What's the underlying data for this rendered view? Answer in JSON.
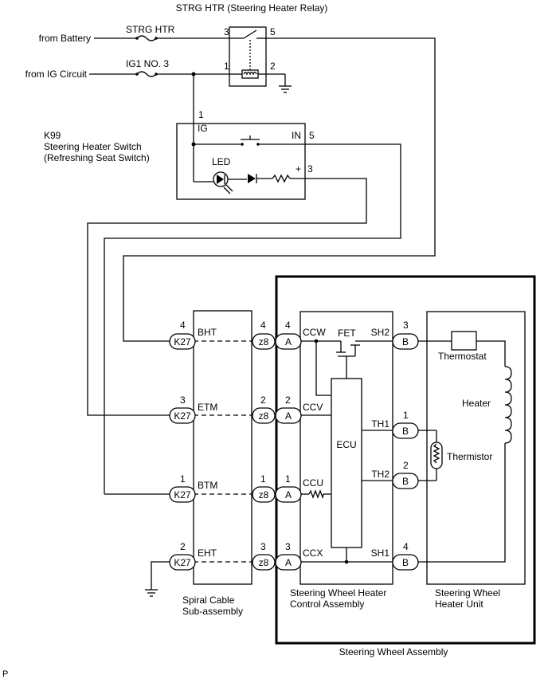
{
  "title": "STRG HTR (Steering Heater Relay)",
  "sources": {
    "battery": "from Battery",
    "ig": "from IG Circuit"
  },
  "fuses": {
    "strg_htr": "STRG HTR",
    "ig1": "IG1 NO. 3"
  },
  "relay": {
    "pins": [
      "3",
      "5",
      "1",
      "2"
    ]
  },
  "switch": {
    "code": "K99",
    "name": "Steering Heater Switch",
    "alt_name": "(Refreshing Seat Switch)",
    "pin_ig": "1",
    "label_ig": "IG",
    "pin_in": "5",
    "label_in": "IN",
    "pin_plus": "3",
    "label_plus": "+",
    "led": "LED"
  },
  "spiral_cable": {
    "name_line1": "Spiral Cable",
    "name_line2": "Sub-assembly",
    "connector_left": "K27",
    "connector_right": "z8",
    "rows": [
      {
        "pin_left": "4",
        "label": "BHT",
        "pin_right": "4"
      },
      {
        "pin_left": "3",
        "label": "ETM",
        "pin_right": "2"
      },
      {
        "pin_left": "1",
        "label": "BTM",
        "pin_right": "1"
      },
      {
        "pin_left": "2",
        "label": "EHT",
        "pin_right": "3"
      }
    ]
  },
  "control_assembly": {
    "name_line1": "Steering Wheel Heater",
    "name_line2": "Control Assembly",
    "connector_a": "A",
    "connector_b": "B",
    "ecu": "ECU",
    "fet": "FET",
    "a_pins": [
      "4",
      "2",
      "1",
      "3"
    ],
    "a_labels": [
      "CCW",
      "CCV",
      "CCU",
      "CCX"
    ],
    "b_pins": [
      "3",
      "1",
      "2",
      "4"
    ],
    "b_labels": [
      "SH2",
      "TH1",
      "TH2",
      "SH1"
    ]
  },
  "heater_unit": {
    "name_line1": "Steering Wheel",
    "name_line2": "Heater Unit",
    "thermostat": "Thermostat",
    "heater": "Heater",
    "thermistor": "Thermistor"
  },
  "assembly": "Steering Wheel Assembly",
  "corner_mark": "P"
}
